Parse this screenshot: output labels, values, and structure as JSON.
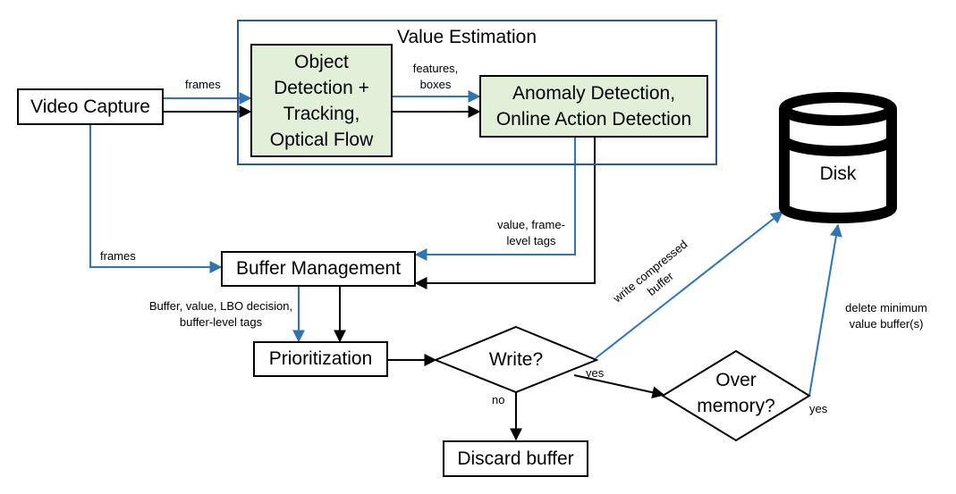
{
  "diagram": {
    "group": {
      "title": "Value Estimation"
    },
    "nodes": {
      "video_capture": "Video Capture",
      "object_detection": "Object Detection + Tracking, Optical Flow",
      "anomaly_detection": "Anomaly Detection, Online Action Detection",
      "disk": "Disk",
      "buffer_management": "Buffer Management",
      "prioritization": "Prioritization",
      "write_decision": "Write?",
      "over_memory": "Over memory?",
      "discard_buffer": "Discard buffer"
    },
    "edge_labels": {
      "frames_top": "frames",
      "features_boxes": "features, boxes",
      "value_frame_tags": "value, frame- level tags",
      "frames_left": "frames",
      "buffer_value_lbo": "Buffer, value, LBO decision, buffer-level tags",
      "write_compressed": "write compressed buffer",
      "delete_minimum": "delete minimum value buffer(s)",
      "yes_write": "yes",
      "no_write": "no",
      "yes_memory": "yes"
    },
    "colors": {
      "blue_edge": "#2e75b6",
      "black_edge": "#000000",
      "group_border": "#2e5597",
      "green_fill": "#e2f0d9"
    }
  }
}
